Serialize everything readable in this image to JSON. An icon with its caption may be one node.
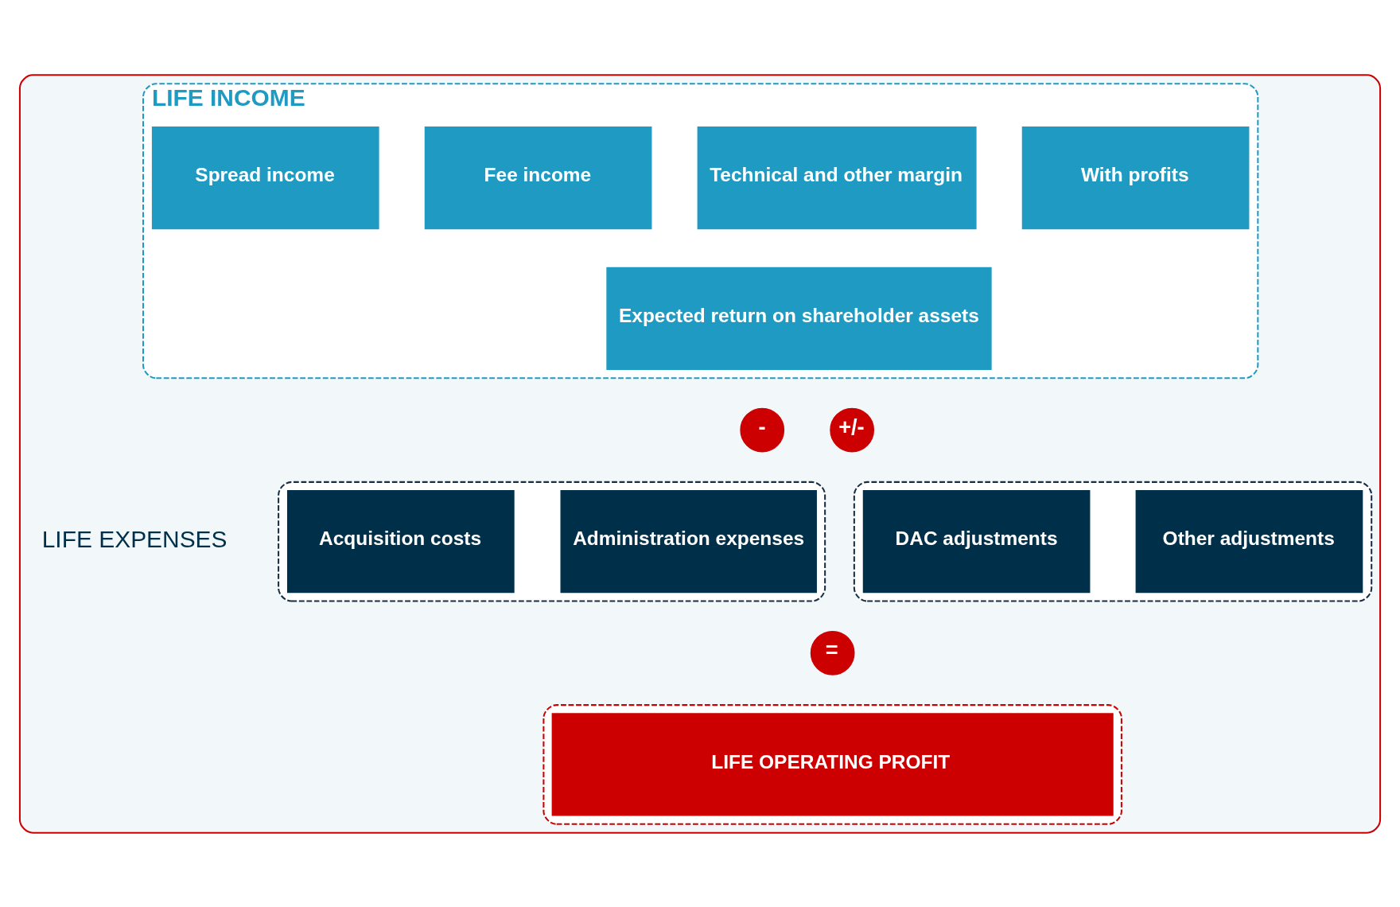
{
  "diagram": {
    "nodes": [
      {
        "text": [],
        "shape": "box"
      },
      {
        "text": [
          "LIFE INCOME"
        ],
        "in": 0
      },
      {
        "text": [
          "Spread income"
        ],
        "in": 1
      },
      {
        "text": [
          "Fee income"
        ],
        "in": 1
      },
      {
        "text": [
          "Technical and other margin"
        ],
        "in": 1
      },
      {
        "text": [
          "With profits"
        ],
        "in": 1
      },
      {
        "text": [
          "Expected return on shareholder assets"
        ],
        "in": 1
      },
      {
        "text": [
          "-"
        ],
        "in": 0
      },
      {
        "text": [
          "+/-"
        ],
        "in": 0
      },
      {
        "text": [],
        "shape": "box",
        "in": 0
      },
      {
        "text": [
          "Acquisition costs"
        ],
        "in": 9
      },
      {
        "text": [
          "Administration expenses"
        ],
        "in": 9
      },
      {
        "text": [],
        "shape": "box",
        "in": 0
      },
      {
        "text": [
          "DAC adjustments"
        ],
        "in": 12
      },
      {
        "text": [
          "Other adjustments"
        ],
        "in": 12
      },
      {
        "text": [
          "="
        ],
        "in": 0
      },
      {
        "text": [],
        "shape": "box",
        "in": 0
      },
      {
        "text": [
          "LIFE OPERATING PROFIT"
        ],
        "in": 16
      }
    ],
    "edges": [],
    "labels": [
      "LIFE EXPENSES"
    ]
  }
}
